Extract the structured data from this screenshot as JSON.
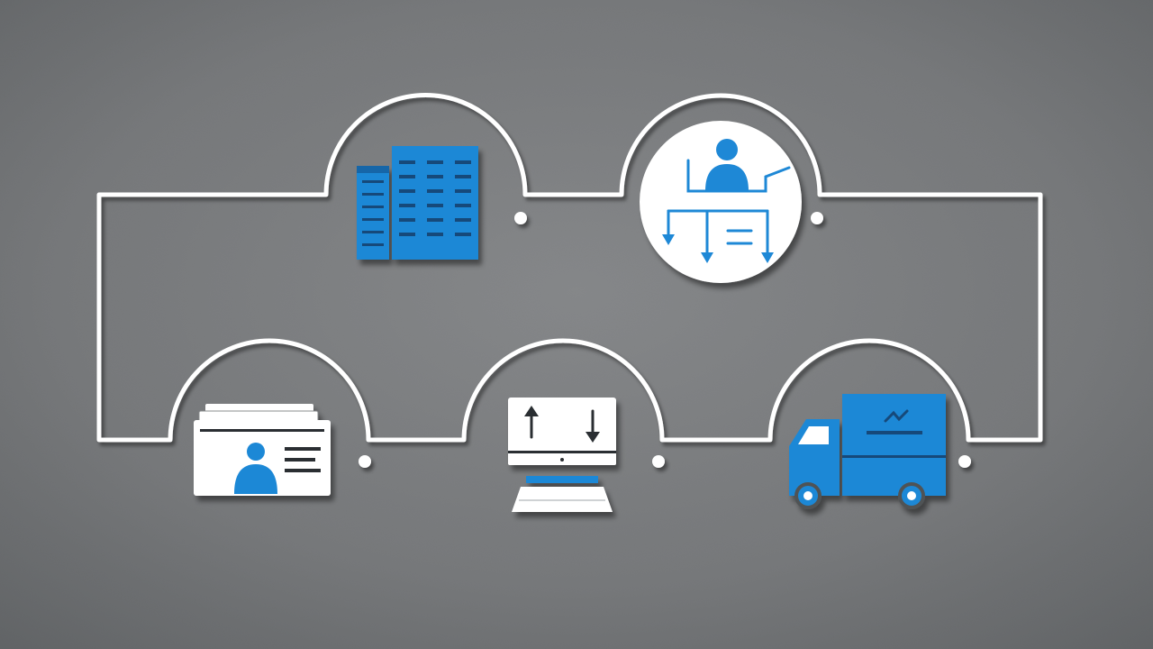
{
  "diagram": {
    "type": "process-cycle",
    "colors": {
      "background": "#76787a",
      "background_dark": "#55585a",
      "background_light": "#8d8f91",
      "line": "#ffffff",
      "accent": "#1e88d6",
      "accent_dark": "#1266a8",
      "icon_paper": "#ffffff"
    },
    "stages": [
      {
        "id": "office-building",
        "icon": "office-building-icon",
        "row": "top"
      },
      {
        "id": "manager-distribution",
        "icon": "manager-distribution-icon",
        "row": "top"
      },
      {
        "id": "delivery-truck",
        "icon": "delivery-truck-icon",
        "row": "bottom"
      },
      {
        "id": "computer-data-transfer",
        "icon": "computer-upload-download-icon",
        "row": "bottom"
      },
      {
        "id": "customer-id-card",
        "icon": "customer-id-card-icon",
        "row": "bottom"
      }
    ],
    "connector_nodes": 5,
    "loop": "closed"
  }
}
